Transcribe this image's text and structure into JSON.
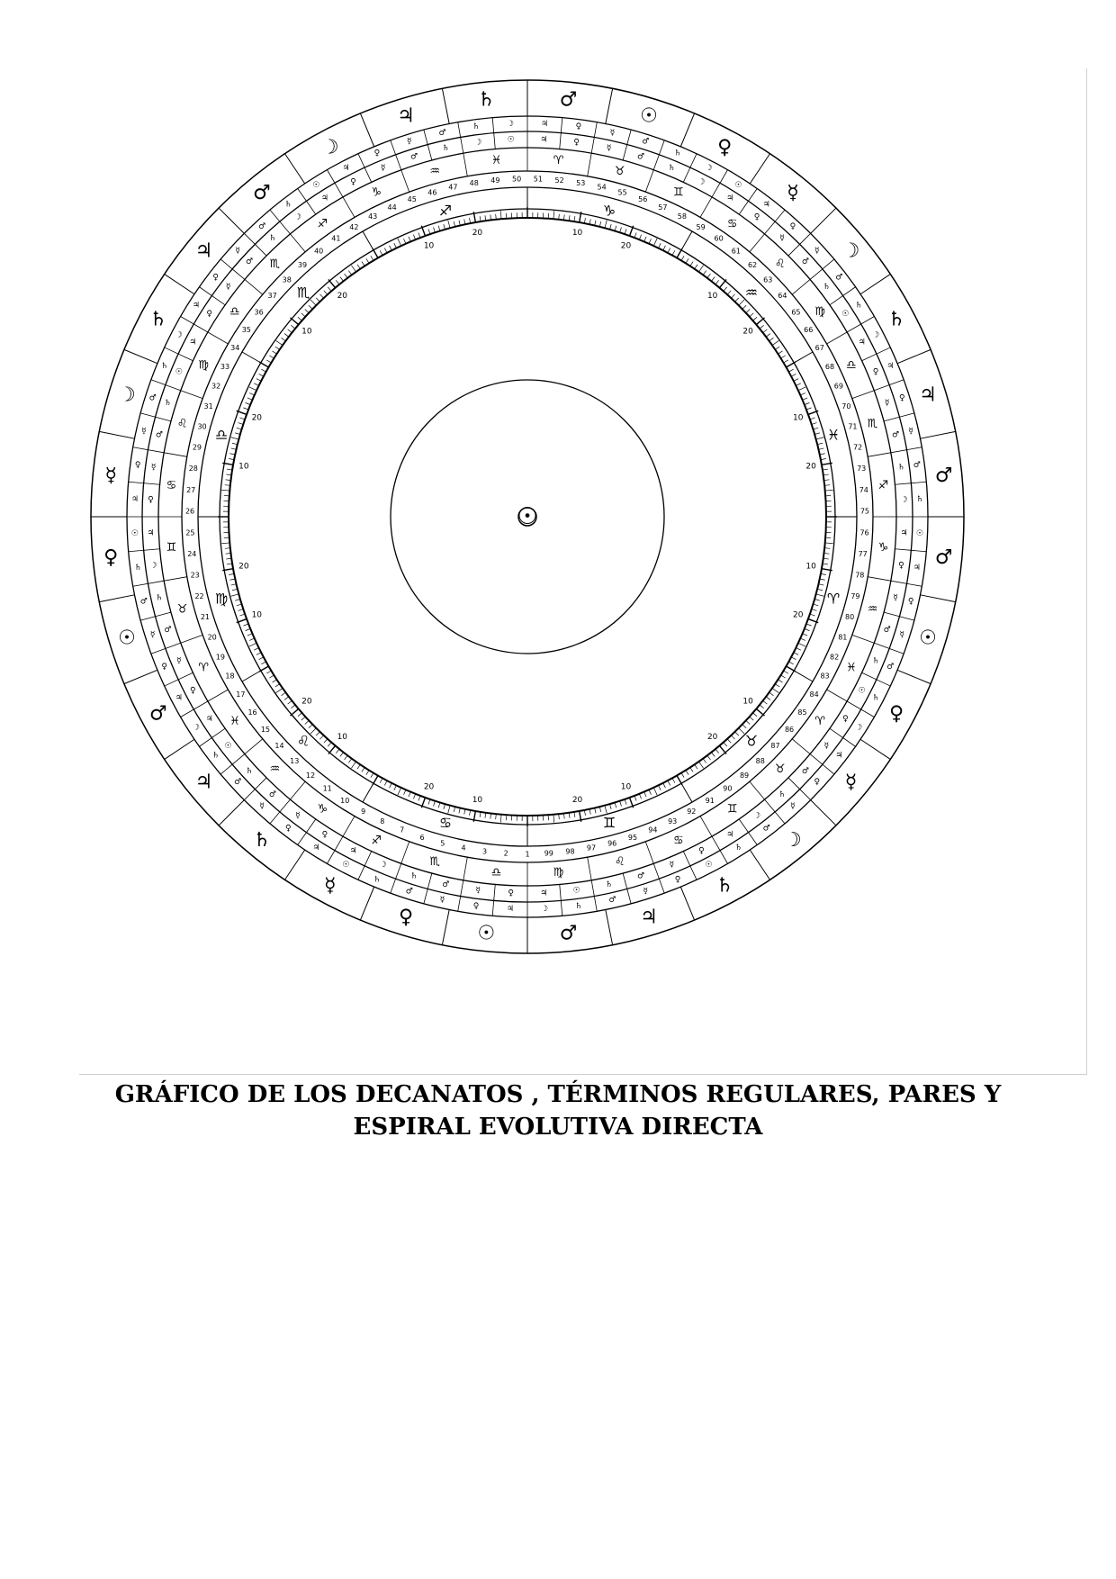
{
  "caption": {
    "line1": "GRÁFICO DE LOS DECANATOS , TÉRMINOS REGULARES, PARES Y",
    "line2": "ESPIRAL EVOLUTIVA DIRECTA"
  },
  "center_symbol": "☉",
  "zodiac_glyphs": [
    "♈",
    "♉",
    "♊",
    "♋",
    "♌",
    "♍",
    "♎",
    "♏",
    "♐",
    "♑",
    "♒",
    "♓"
  ],
  "outer_ring_rulers": [
    "♂",
    "☉",
    "♀",
    "☿",
    "☽",
    "♄",
    "♃",
    "♂",
    "♂",
    "☉",
    "♀",
    "☿",
    "☽",
    "♄",
    "♃",
    "♂",
    "☉",
    "♀",
    "☿",
    "♄",
    "♃",
    "♂",
    "☉",
    "♀",
    "☿",
    "☽",
    "♄",
    "♃",
    "♂",
    "☽",
    "♃",
    "♄"
  ],
  "term_ring_symbols": [
    "♃",
    "♀",
    "☿",
    "♂",
    "♄",
    "☽",
    "☉",
    "♃",
    "♀",
    "☿",
    "♂",
    "♄",
    "☽",
    "♃",
    "♀",
    "☿",
    "♂",
    "♄",
    "☉",
    "♃",
    "♀",
    "☿",
    "♂",
    "♄",
    "☽",
    "♃",
    "♀",
    "☿",
    "♂",
    "♄",
    "☉",
    "♀",
    "☿",
    "♂",
    "♄",
    "☽",
    "♃",
    "♀",
    "☿",
    "♂",
    "♄",
    "☉",
    "♃",
    "♀",
    "☿",
    "♂",
    "♄",
    "☽",
    "♃",
    "♀",
    "☿",
    "♂",
    "♄",
    "☉",
    "♃",
    "♀",
    "☿",
    "♂",
    "♄",
    "☽",
    "♃",
    "♀",
    "☿",
    "♂",
    "♄",
    "☉",
    "♃",
    "♀",
    "☿",
    "♂",
    "♄",
    "☽"
  ],
  "pairs_ring_numbers": [
    "1",
    "2",
    "3",
    "4",
    "5",
    "6",
    "7",
    "8",
    "9",
    "10",
    "11",
    "12",
    "13",
    "14",
    "15",
    "16",
    "17",
    "18",
    "19",
    "20",
    "21",
    "22",
    "23",
    "24",
    "25",
    "26",
    "27",
    "28",
    "29",
    "30",
    "31",
    "32",
    "33",
    "34",
    "35",
    "36",
    "37",
    "38",
    "39",
    "40",
    "41",
    "42",
    "43",
    "44",
    "45",
    "46",
    "47",
    "48",
    "49",
    "50",
    "51",
    "52",
    "53",
    "54",
    "55",
    "56",
    "57",
    "58",
    "59",
    "60",
    "61",
    "62",
    "63",
    "64",
    "65",
    "66",
    "67",
    "68",
    "69",
    "70",
    "71",
    "72",
    "73",
    "74",
    "75",
    "76",
    "77",
    "78",
    "79",
    "80",
    "81",
    "82",
    "83",
    "84",
    "85",
    "86",
    "87",
    "88",
    "89",
    "90",
    "91",
    "92",
    "93",
    "94",
    "95",
    "96",
    "97",
    "98",
    "99"
  ],
  "degree_labels": [
    "10",
    "20"
  ]
}
